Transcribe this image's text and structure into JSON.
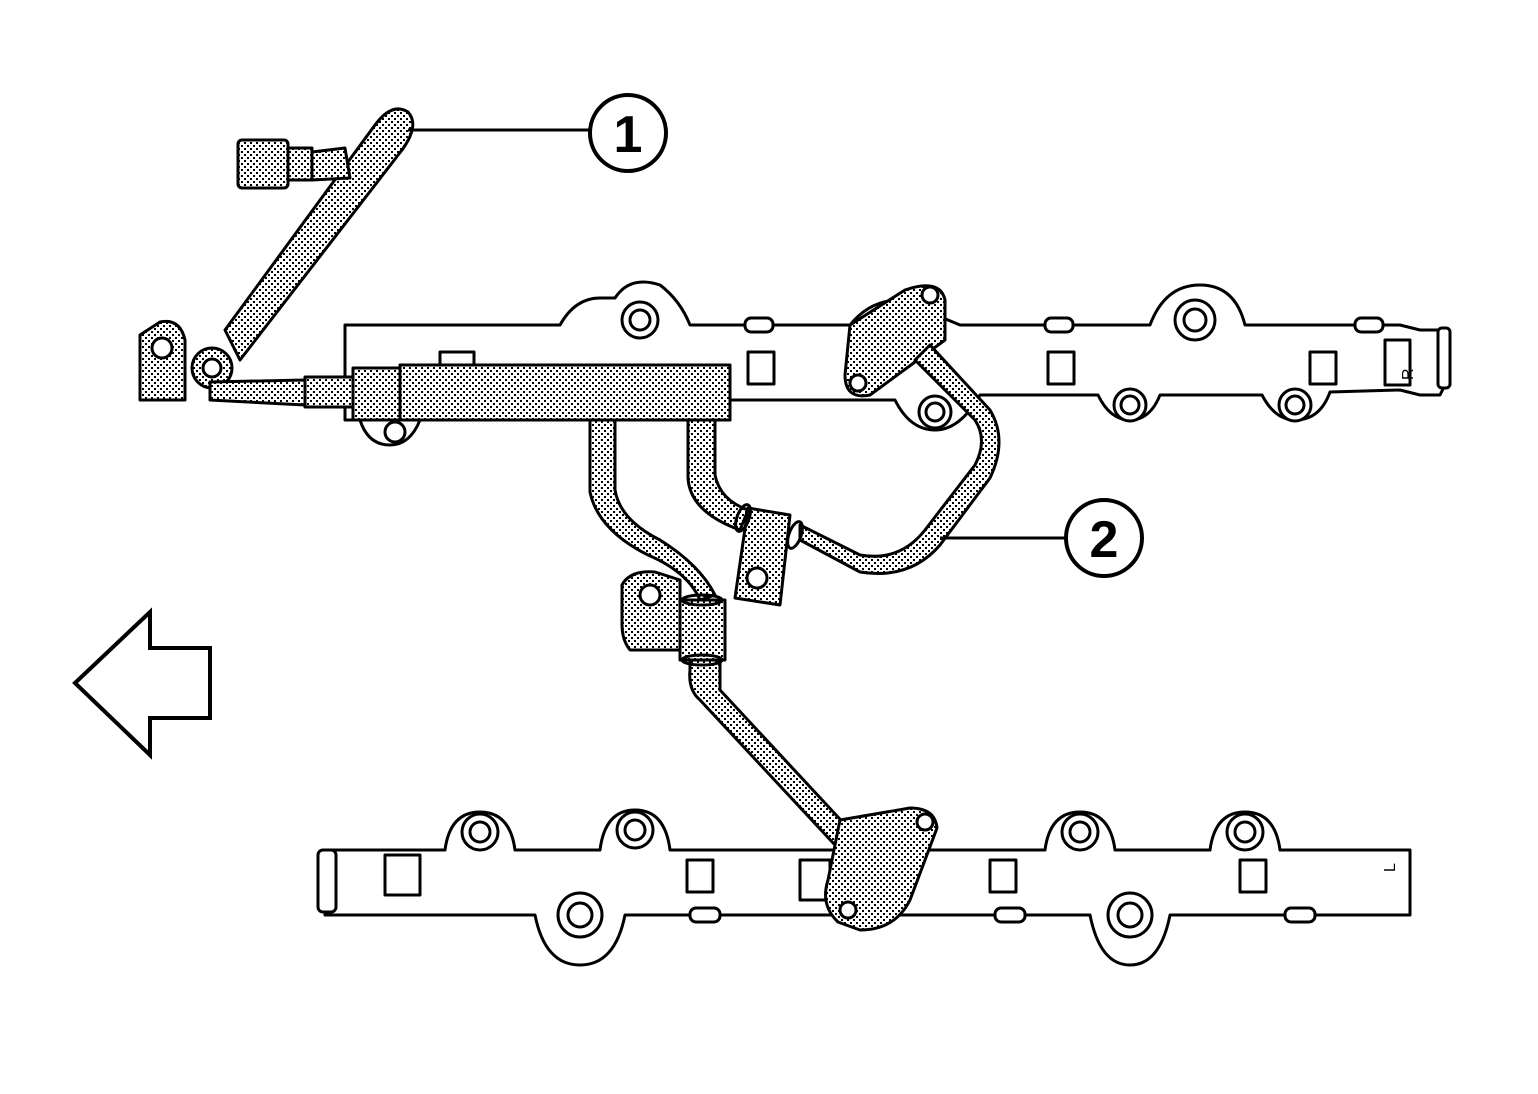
{
  "diagram": {
    "callouts": [
      {
        "id": "1",
        "label": "1"
      },
      {
        "id": "2",
        "label": "2"
      }
    ],
    "rail_marks": {
      "right": "R",
      "left": "L"
    },
    "direction_arrow": {
      "icon": "front-direction-arrow-icon",
      "points": "left"
    },
    "colors": {
      "line": "#000000",
      "hatch": "#000000",
      "background": "#ffffff"
    }
  }
}
